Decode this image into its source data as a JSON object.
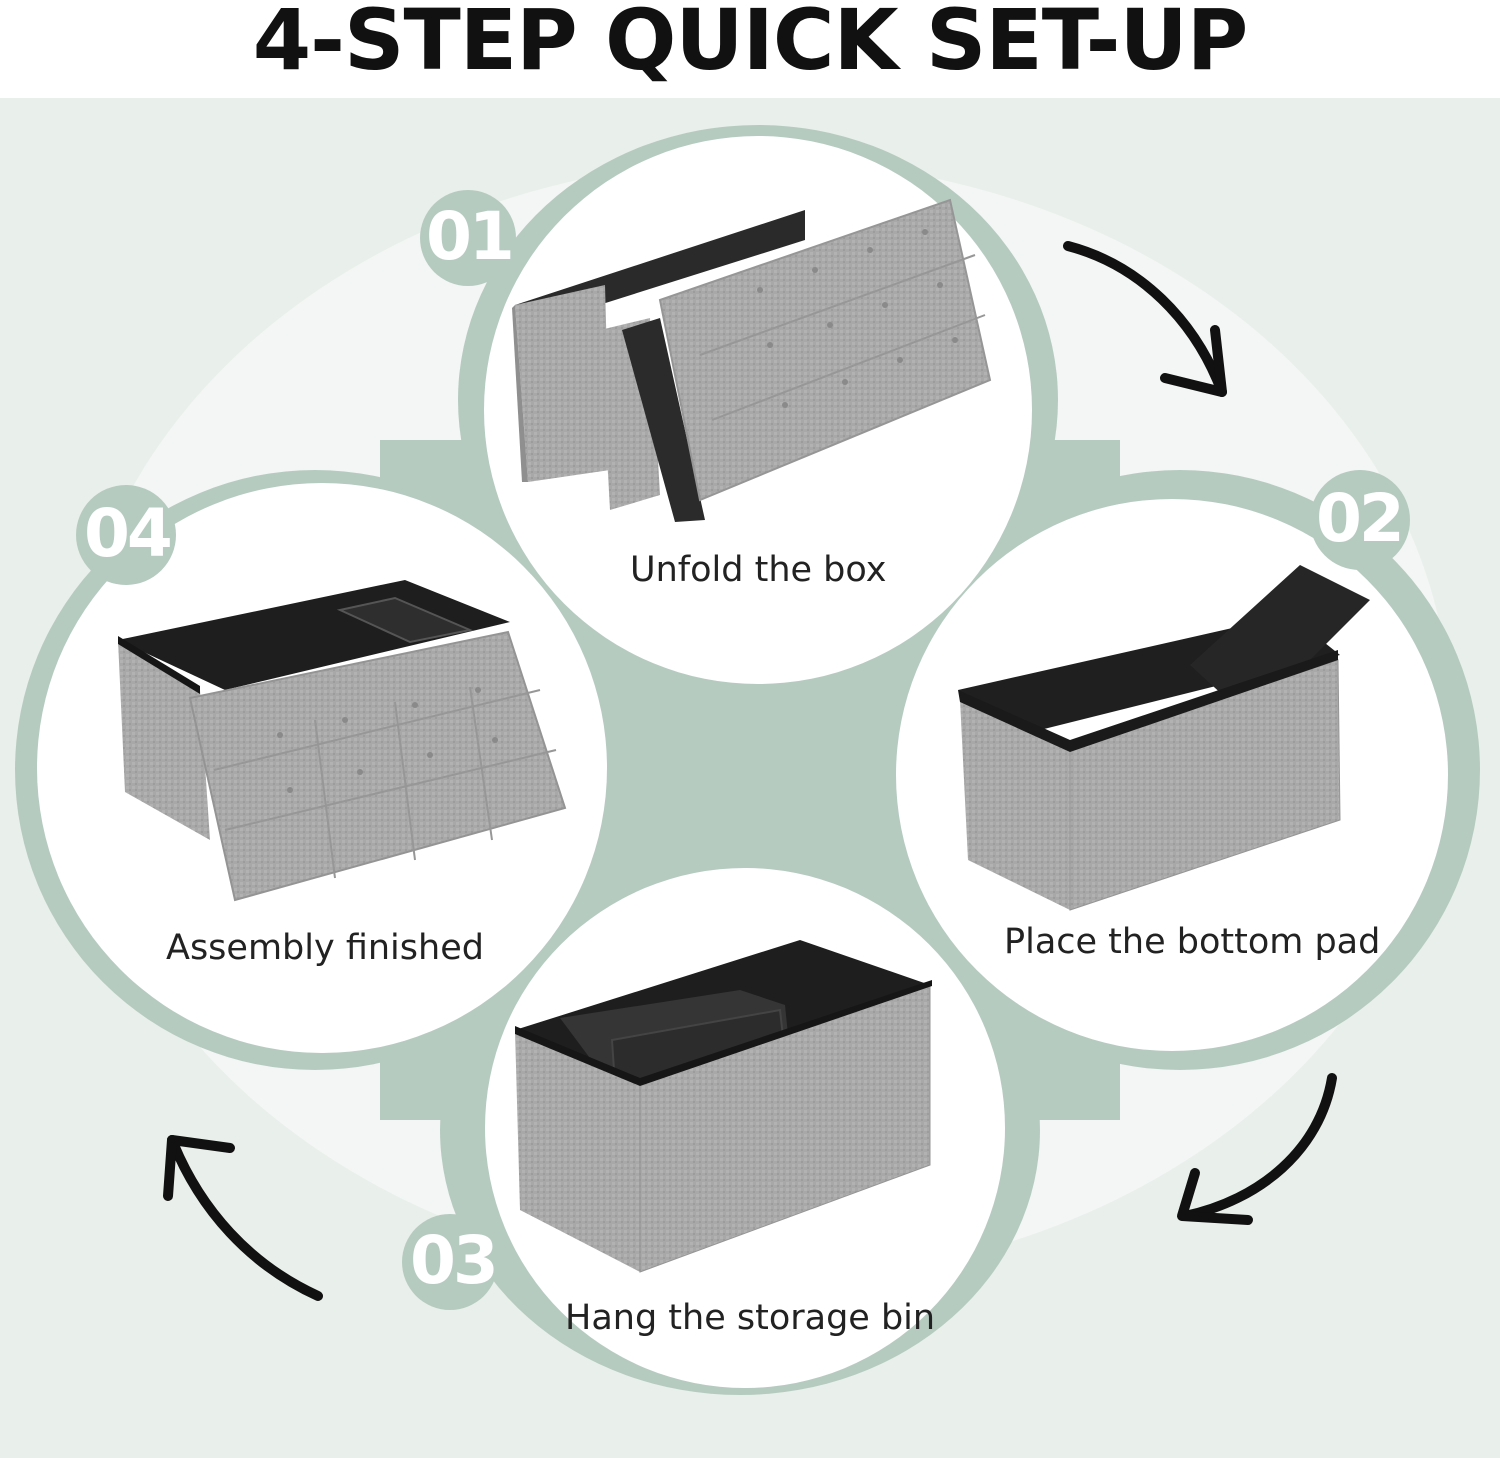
{
  "title": "4-STEP QUICK SET-UP",
  "colors": {
    "panel_background": "#eaf0ec",
    "sage_green": "#b6cbc0",
    "fabric_grey": "#a9a9a9",
    "fabric_dark": "#8c8c8c",
    "lining_black": "#262626",
    "arrow": "#111111"
  },
  "steps": [
    {
      "number": "01",
      "label": "Unfold the box"
    },
    {
      "number": "02",
      "label": "Place the bottom pad"
    },
    {
      "number": "03",
      "label": "Hang the storage bin"
    },
    {
      "number": "04",
      "label": "Assembly finished"
    }
  ]
}
